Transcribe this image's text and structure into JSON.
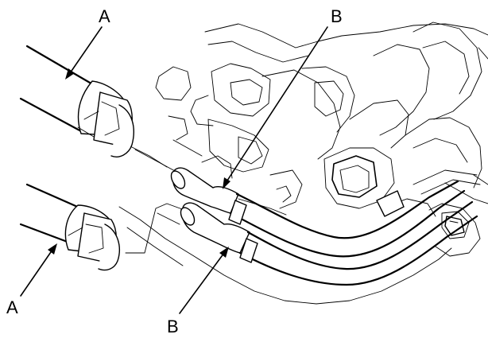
{
  "callouts": {
    "a_top": "A",
    "a_bottom": "A",
    "b_top": "B",
    "b_bottom": "B"
  },
  "colors": {
    "line": "#000000",
    "background": "#ffffff"
  }
}
